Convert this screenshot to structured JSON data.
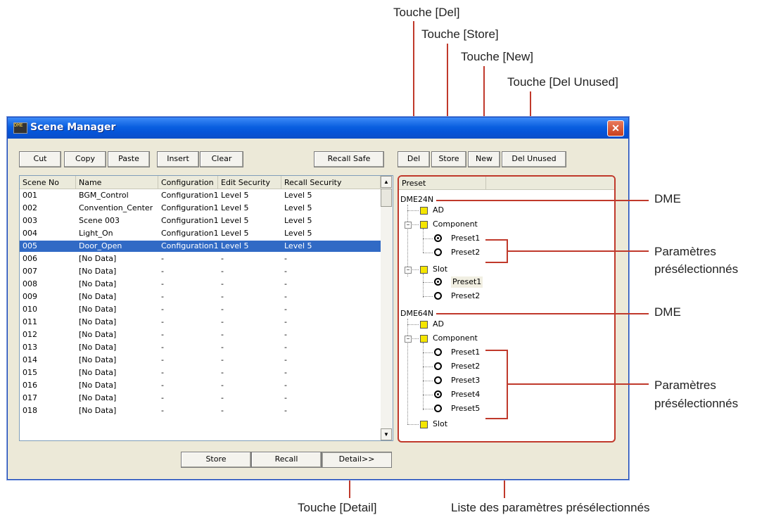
{
  "window": {
    "title": "Scene Manager",
    "icon_label": "DME"
  },
  "toolbar": {
    "cut": "Cut",
    "copy": "Copy",
    "paste": "Paste",
    "insert": "Insert",
    "clear": "Clear",
    "recall_safe": "Recall Safe",
    "del": "Del",
    "store": "Store",
    "new": "New",
    "del_unused": "Del Unused"
  },
  "table": {
    "headers": [
      "Scene No",
      "Name",
      "Configuration",
      "Edit Security",
      "Recall Security"
    ],
    "rows": [
      [
        "001",
        "BGM_Control",
        "Configuration1",
        "Level 5",
        "Level 5"
      ],
      [
        "002",
        "Convention_Center",
        "Configuration1",
        "Level 5",
        "Level 5"
      ],
      [
        "003",
        "Scene 003",
        "Configuration1",
        "Level 5",
        "Level 5"
      ],
      [
        "004",
        "Light_On",
        "Configuration1",
        "Level 5",
        "Level 5"
      ],
      [
        "005",
        "Door_Open",
        "Configuration1",
        "Level 5",
        "Level 5"
      ],
      [
        "006",
        "[No Data]",
        "-",
        "-",
        "-"
      ],
      [
        "007",
        "[No Data]",
        "-",
        "-",
        "-"
      ],
      [
        "008",
        "[No Data]",
        "-",
        "-",
        "-"
      ],
      [
        "009",
        "[No Data]",
        "-",
        "-",
        "-"
      ],
      [
        "010",
        "[No Data]",
        "-",
        "-",
        "-"
      ],
      [
        "011",
        "[No Data]",
        "-",
        "-",
        "-"
      ],
      [
        "012",
        "[No Data]",
        "-",
        "-",
        "-"
      ],
      [
        "013",
        "[No Data]",
        "-",
        "-",
        "-"
      ],
      [
        "014",
        "[No Data]",
        "-",
        "-",
        "-"
      ],
      [
        "015",
        "[No Data]",
        "-",
        "-",
        "-"
      ],
      [
        "016",
        "[No Data]",
        "-",
        "-",
        "-"
      ],
      [
        "017",
        "[No Data]",
        "-",
        "-",
        "-"
      ],
      [
        "018",
        "[No Data]",
        "-",
        "-",
        "-"
      ]
    ],
    "selected_row": "005"
  },
  "bottom": {
    "store": "Store",
    "recall": "Recall",
    "detail": "Detail>>"
  },
  "tree": {
    "header": "Preset",
    "dme1": "DME24N",
    "dme2": "DME64N",
    "ad": "AD",
    "component": "Component",
    "slot": "Slot",
    "preset1": "Preset1",
    "preset2": "Preset2",
    "preset3": "Preset3",
    "preset4": "Preset4",
    "preset5": "Preset5"
  },
  "callouts": {
    "del": "Touche [Del]",
    "store": "Touche [Store]",
    "new": "Touche [New]",
    "del_unused": "Touche [Del Unused]",
    "dme": "DME",
    "params1": "Paramètres",
    "params2": "présélectionnés",
    "detail": "Touche [Detail]",
    "list": "Liste des paramètres présélectionnés"
  }
}
